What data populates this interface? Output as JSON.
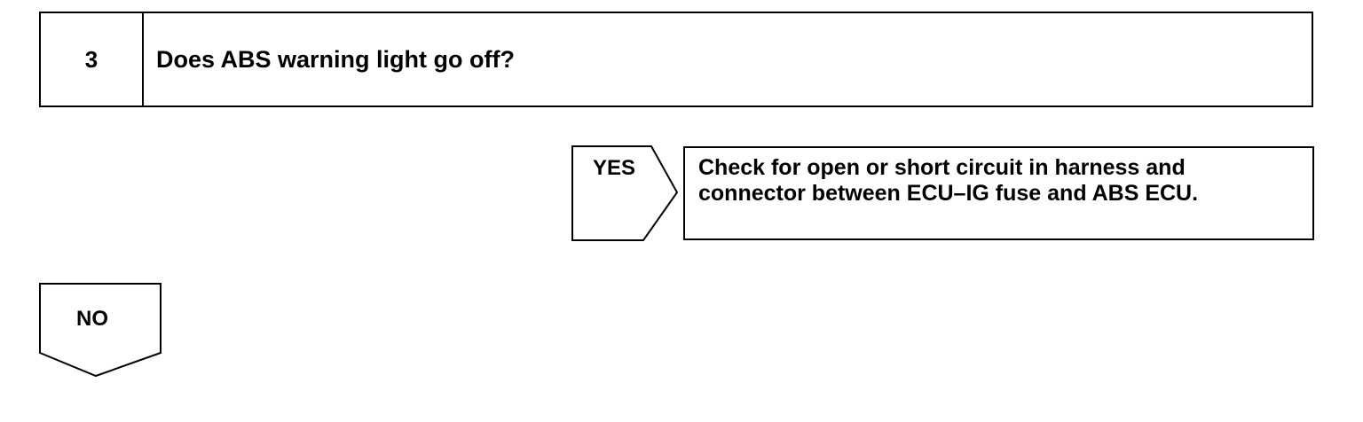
{
  "step": {
    "number": "3",
    "question": "Does ABS warning light go off?"
  },
  "yes_branch": {
    "label": "YES",
    "action_lines": [
      "Check for open or short circuit in harness and",
      "connector between ECU–IG fuse and ABS ECU."
    ]
  },
  "no_branch": {
    "label": "NO"
  }
}
